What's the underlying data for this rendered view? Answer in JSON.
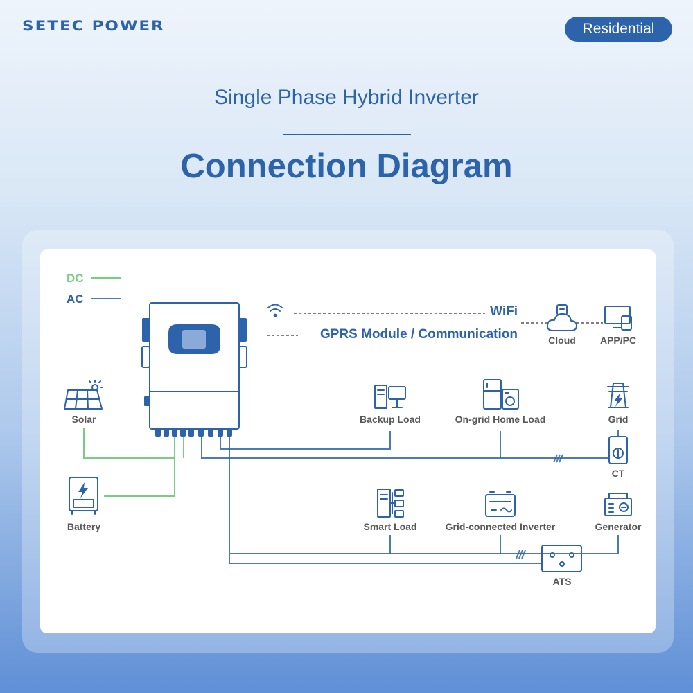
{
  "header": {
    "brand": "SETEC POWER",
    "badge": "Residential"
  },
  "page": {
    "subtitle": "Single Phase Hybrid Inverter",
    "title": "Connection Diagram"
  },
  "legend": {
    "dc_label": "DC",
    "ac_label": "AC",
    "dc_color": "#7acb84",
    "ac_color": "#2d63ab"
  },
  "communication": {
    "wifi": "WiFi",
    "gprs": "GPRS Module / Communication"
  },
  "components": {
    "cloud": "Cloud",
    "app_pc": "APP/PC",
    "solar": "Solar",
    "battery": "Battery",
    "backup_load": "Backup Load",
    "ongrid_load": "On-grid Home Load",
    "grid": "Grid",
    "ct": "CT",
    "smart_load": "Smart Load",
    "grid_inverter": "Grid-connected Inverter",
    "generator": "Generator",
    "ats": "ATS"
  },
  "colors": {
    "brand": "#2d63ab",
    "label": "#585858",
    "dc_line": "#7acb84"
  }
}
